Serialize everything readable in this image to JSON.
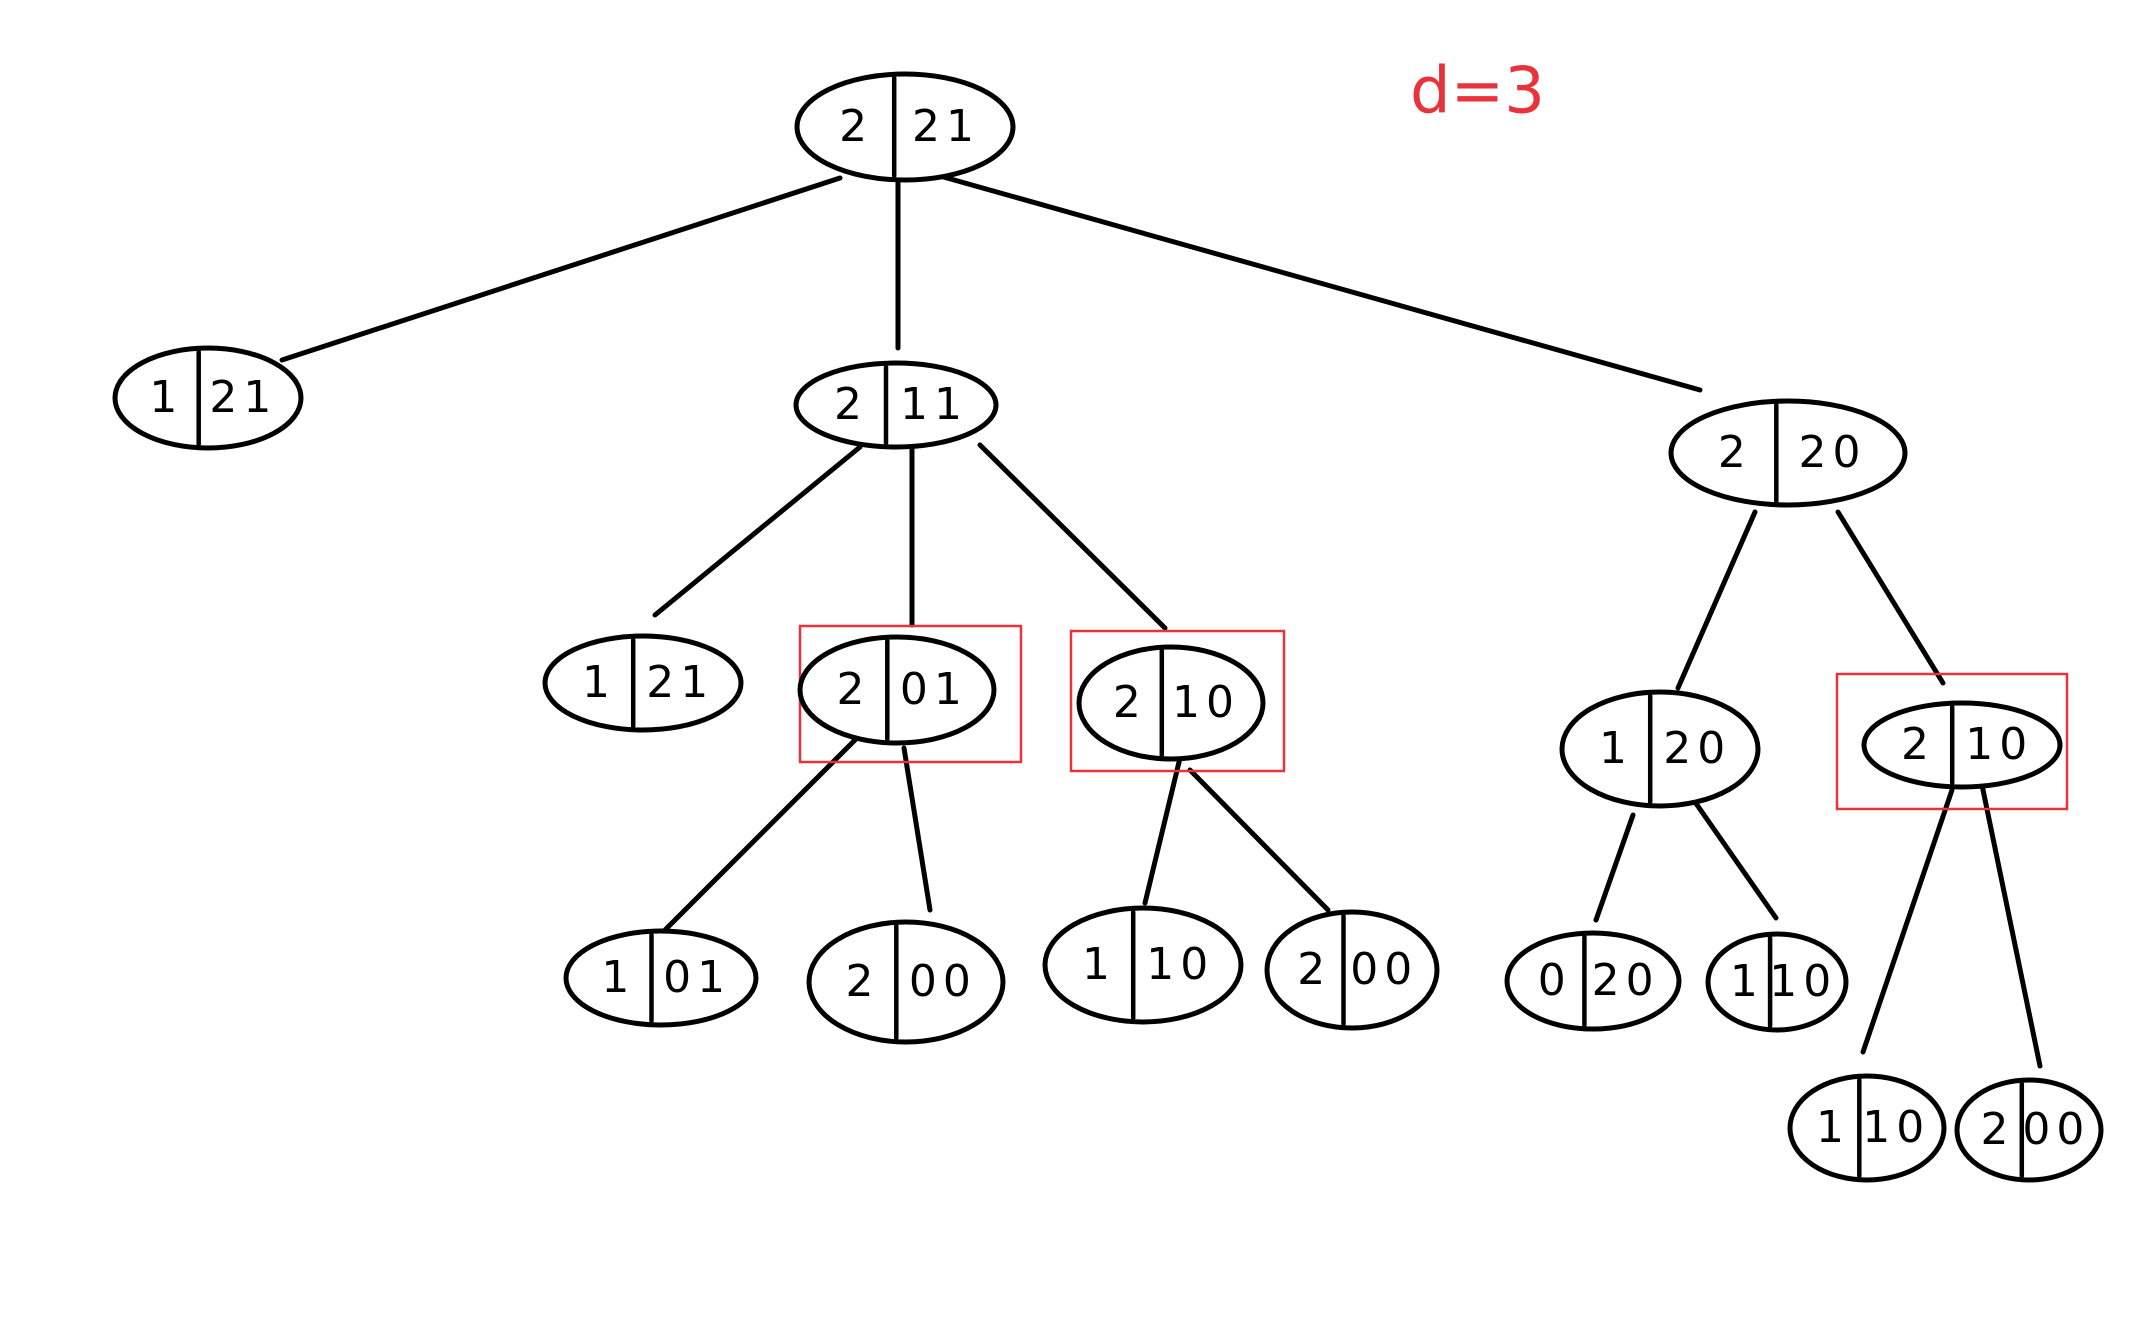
{
  "annotation": {
    "text": "d=3",
    "color": "#e8323c"
  },
  "colors": {
    "stroke": "#000000",
    "highlight": "#e8323c",
    "background": "#ffffff"
  },
  "nodes": [
    {
      "id": "n_root",
      "left": "2",
      "right": "21",
      "highlighted": false
    },
    {
      "id": "n_l1_a",
      "left": "1",
      "right": "21",
      "highlighted": false
    },
    {
      "id": "n_l1_b",
      "left": "2",
      "right": "11",
      "highlighted": false
    },
    {
      "id": "n_l1_c",
      "left": "2",
      "right": "20",
      "highlighted": false
    },
    {
      "id": "n_l2_a",
      "left": "1",
      "right": "21",
      "highlighted": false
    },
    {
      "id": "n_l2_b",
      "left": "2",
      "right": "01",
      "highlighted": true
    },
    {
      "id": "n_l2_c",
      "left": "2",
      "right": "10",
      "highlighted": true
    },
    {
      "id": "n_l2_d",
      "left": "1",
      "right": "20",
      "highlighted": false
    },
    {
      "id": "n_l2_e",
      "left": "2",
      "right": "10",
      "highlighted": true
    },
    {
      "id": "n_l3_a",
      "left": "1",
      "right": "01",
      "highlighted": false
    },
    {
      "id": "n_l3_b",
      "left": "2",
      "right": "00",
      "highlighted": false
    },
    {
      "id": "n_l3_c",
      "left": "1",
      "right": "10",
      "highlighted": false
    },
    {
      "id": "n_l3_d",
      "left": "2",
      "right": "00",
      "highlighted": false
    },
    {
      "id": "n_l3_e",
      "left": "0",
      "right": "20",
      "highlighted": false
    },
    {
      "id": "n_l3_f",
      "left": "1",
      "right": "10",
      "highlighted": false
    },
    {
      "id": "n_l4_a",
      "left": "1",
      "right": "10",
      "highlighted": false
    },
    {
      "id": "n_l4_b",
      "left": "2",
      "right": "00",
      "highlighted": false
    }
  ],
  "edges": [
    [
      "n_root",
      "n_l1_a"
    ],
    [
      "n_root",
      "n_l1_b"
    ],
    [
      "n_root",
      "n_l1_c"
    ],
    [
      "n_l1_b",
      "n_l2_a"
    ],
    [
      "n_l1_b",
      "n_l2_b"
    ],
    [
      "n_l1_b",
      "n_l2_c"
    ],
    [
      "n_l1_c",
      "n_l2_d"
    ],
    [
      "n_l1_c",
      "n_l2_e"
    ],
    [
      "n_l2_b",
      "n_l3_a"
    ],
    [
      "n_l2_b",
      "n_l3_b"
    ],
    [
      "n_l2_c",
      "n_l3_c"
    ],
    [
      "n_l2_c",
      "n_l3_d"
    ],
    [
      "n_l2_d",
      "n_l3_e"
    ],
    [
      "n_l2_d",
      "n_l3_f"
    ],
    [
      "n_l2_e",
      "n_l4_a"
    ],
    [
      "n_l2_e",
      "n_l4_b"
    ]
  ]
}
